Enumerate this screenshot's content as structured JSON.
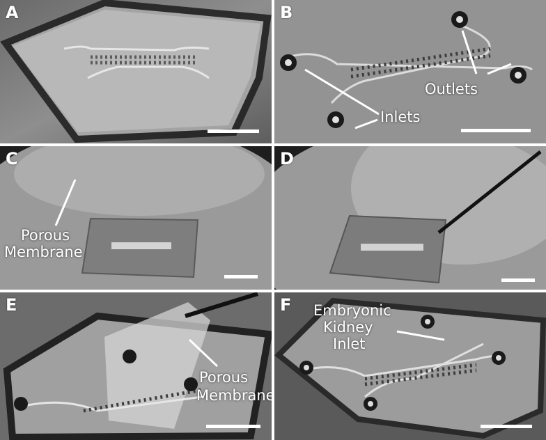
{
  "figure": {
    "panels": [
      {
        "label": "A"
      },
      {
        "label": "B",
        "annotations": [
          "Inlets",
          "Outlets"
        ]
      },
      {
        "label": "C",
        "annotations": [
          "Porous",
          "Membrane"
        ]
      },
      {
        "label": "D"
      },
      {
        "label": "E",
        "annotations": [
          "Porous",
          "Membrane"
        ]
      },
      {
        "label": "F",
        "annotations": [
          "Embryonic",
          "Kidney",
          "Inlet"
        ]
      }
    ]
  }
}
